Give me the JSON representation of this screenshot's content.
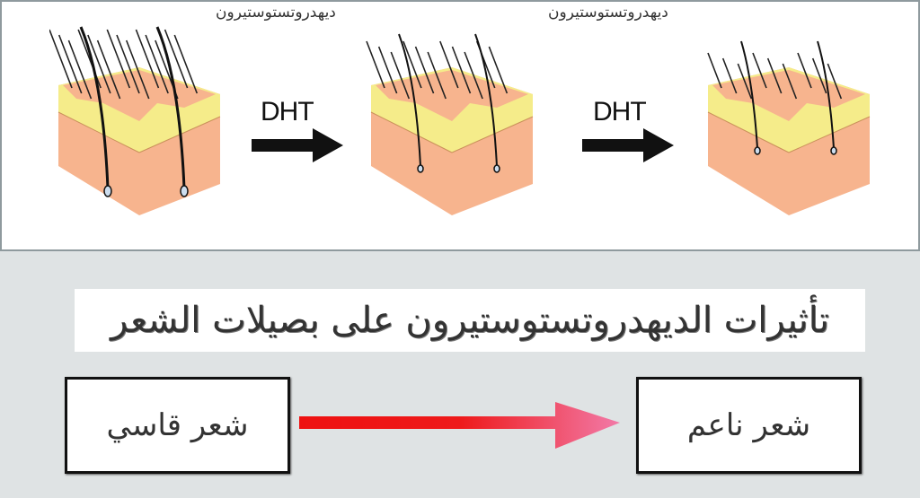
{
  "top_panel": {
    "stage_labels": [
      "ديهدروتستوستيرون",
      "ديهدروتستوستيرون"
    ],
    "arrow_labels": [
      "DHT",
      "DHT"
    ],
    "stages": [
      {
        "hair_count": 14,
        "long_follicles": 2
      },
      {
        "hair_count": 11,
        "long_follicles": 2
      },
      {
        "hair_count": 9,
        "long_follicles": 2
      }
    ]
  },
  "title": "تأثيرات الديهدروتستوستيرون على بصيلات الشعر",
  "from_box": "شعر قاسي",
  "to_box": "شعر ناعم",
  "colors": {
    "skin": "#f7b48e",
    "fat": "#f5ec8a",
    "arrow_red": "#ee1111",
    "arrow_pink": "#f27aa8",
    "background": "#dfe3e4"
  }
}
